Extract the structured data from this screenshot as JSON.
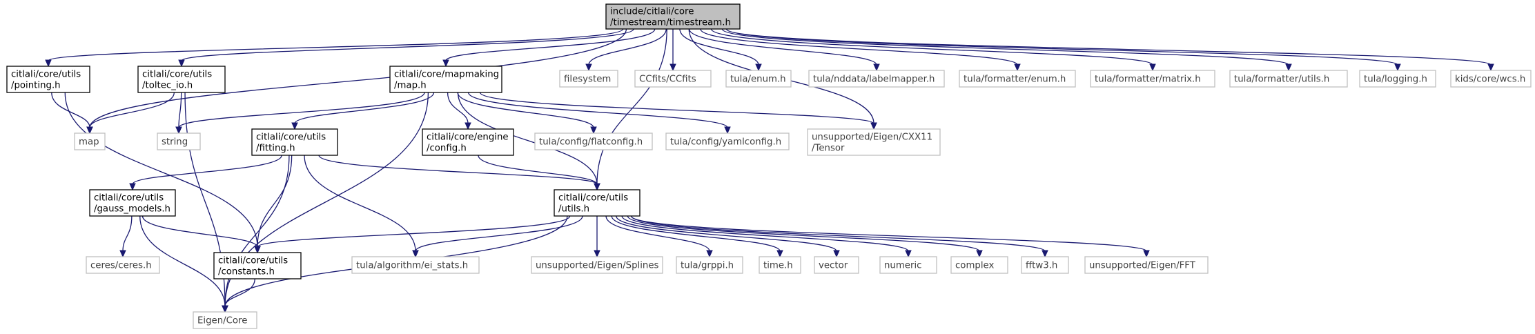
{
  "colors": {
    "edge": "#191970",
    "node_border_documented": "#000000",
    "node_border_external": "#bfbfbf",
    "node_fill_root": "#bfbfbf",
    "node_fill": "#ffffff",
    "text_documented": "#000000",
    "text_external": "#404040"
  },
  "nodes": [
    {
      "id": "root",
      "lines": [
        "include/citlali/core",
        "/timestream/timestream.h"
      ],
      "kind": "root"
    },
    {
      "id": "pointing",
      "lines": [
        "citlali/core/utils",
        "/pointing.h"
      ],
      "kind": "doc"
    },
    {
      "id": "toltec_io",
      "lines": [
        "citlali/core/utils",
        "/toltec_io.h"
      ],
      "kind": "doc"
    },
    {
      "id": "mapmaking",
      "lines": [
        "citlali/core/mapmaking",
        "/map.h"
      ],
      "kind": "doc"
    },
    {
      "id": "filesystem",
      "lines": [
        "filesystem"
      ],
      "kind": "ext"
    },
    {
      "id": "ccfits",
      "lines": [
        "CCfits/CCfits"
      ],
      "kind": "ext"
    },
    {
      "id": "tula_enum",
      "lines": [
        "tula/enum.h"
      ],
      "kind": "ext"
    },
    {
      "id": "labelmapper",
      "lines": [
        "tula/nddata/labelmapper.h"
      ],
      "kind": "ext"
    },
    {
      "id": "fmt_enum",
      "lines": [
        "tula/formatter/enum.h"
      ],
      "kind": "ext"
    },
    {
      "id": "fmt_matrix",
      "lines": [
        "tula/formatter/matrix.h"
      ],
      "kind": "ext"
    },
    {
      "id": "fmt_utils",
      "lines": [
        "tula/formatter/utils.h"
      ],
      "kind": "ext"
    },
    {
      "id": "logging",
      "lines": [
        "tula/logging.h"
      ],
      "kind": "ext"
    },
    {
      "id": "wcs",
      "lines": [
        "kids/core/wcs.h"
      ],
      "kind": "ext"
    },
    {
      "id": "map",
      "lines": [
        "map"
      ],
      "kind": "ext"
    },
    {
      "id": "string",
      "lines": [
        "string"
      ],
      "kind": "ext"
    },
    {
      "id": "fitting",
      "lines": [
        "citlali/core/utils",
        "/fitting.h"
      ],
      "kind": "doc"
    },
    {
      "id": "engine_config",
      "lines": [
        "citlali/core/engine",
        "/config.h"
      ],
      "kind": "doc"
    },
    {
      "id": "flatconfig",
      "lines": [
        "tula/config/flatconfig.h"
      ],
      "kind": "ext"
    },
    {
      "id": "yamlconfig",
      "lines": [
        "tula/config/yamlconfig.h"
      ],
      "kind": "ext"
    },
    {
      "id": "tensor",
      "lines": [
        "unsupported/Eigen/CXX11",
        "/Tensor"
      ],
      "kind": "ext"
    },
    {
      "id": "gauss",
      "lines": [
        "citlali/core/utils",
        "/gauss_models.h"
      ],
      "kind": "doc"
    },
    {
      "id": "utils",
      "lines": [
        "citlali/core/utils",
        "/utils.h"
      ],
      "kind": "doc"
    },
    {
      "id": "ceres",
      "lines": [
        "ceres/ceres.h"
      ],
      "kind": "ext"
    },
    {
      "id": "constants",
      "lines": [
        "citlali/core/utils",
        "/constants.h"
      ],
      "kind": "doc"
    },
    {
      "id": "ei_stats",
      "lines": [
        "tula/algorithm/ei_stats.h"
      ],
      "kind": "ext"
    },
    {
      "id": "splines",
      "lines": [
        "unsupported/Eigen/Splines"
      ],
      "kind": "ext"
    },
    {
      "id": "grppi",
      "lines": [
        "tula/grppi.h"
      ],
      "kind": "ext"
    },
    {
      "id": "time",
      "lines": [
        "time.h"
      ],
      "kind": "ext"
    },
    {
      "id": "vector",
      "lines": [
        "vector"
      ],
      "kind": "ext"
    },
    {
      "id": "numeric",
      "lines": [
        "numeric"
      ],
      "kind": "ext"
    },
    {
      "id": "complex",
      "lines": [
        "complex"
      ],
      "kind": "ext"
    },
    {
      "id": "fftw3",
      "lines": [
        "fftw3.h"
      ],
      "kind": "ext"
    },
    {
      "id": "fft",
      "lines": [
        "unsupported/Eigen/FFT"
      ],
      "kind": "ext"
    },
    {
      "id": "eigen_core",
      "lines": [
        "Eigen/Core"
      ],
      "kind": "ext"
    }
  ],
  "edges": [
    [
      "root",
      "pointing"
    ],
    [
      "root",
      "toltec_io"
    ],
    [
      "root",
      "map"
    ],
    [
      "root",
      "mapmaking"
    ],
    [
      "root",
      "utils"
    ],
    [
      "root",
      "tensor"
    ],
    [
      "root",
      "filesystem"
    ],
    [
      "root",
      "ccfits"
    ],
    [
      "root",
      "tula_enum"
    ],
    [
      "root",
      "labelmapper"
    ],
    [
      "root",
      "fmt_enum"
    ],
    [
      "root",
      "fmt_matrix"
    ],
    [
      "root",
      "fmt_utils"
    ],
    [
      "root",
      "logging"
    ],
    [
      "root",
      "wcs"
    ],
    [
      "pointing",
      "map"
    ],
    [
      "pointing",
      "constants"
    ],
    [
      "toltec_io",
      "map"
    ],
    [
      "toltec_io",
      "string"
    ],
    [
      "toltec_io",
      "eigen_core"
    ],
    [
      "mapmaking",
      "string"
    ],
    [
      "mapmaking",
      "fitting"
    ],
    [
      "mapmaking",
      "engine_config"
    ],
    [
      "mapmaking",
      "flatconfig"
    ],
    [
      "mapmaking",
      "yamlconfig"
    ],
    [
      "mapmaking",
      "tensor"
    ],
    [
      "mapmaking",
      "utils"
    ],
    [
      "mapmaking",
      "eigen_core"
    ],
    [
      "fitting",
      "gauss"
    ],
    [
      "fitting",
      "constants"
    ],
    [
      "fitting",
      "utils"
    ],
    [
      "fitting",
      "ei_stats"
    ],
    [
      "fitting",
      "eigen_core"
    ],
    [
      "engine_config",
      "utils"
    ],
    [
      "gauss",
      "ceres"
    ],
    [
      "gauss",
      "constants"
    ],
    [
      "gauss",
      "eigen_core"
    ],
    [
      "utils",
      "constants"
    ],
    [
      "utils",
      "ei_stats"
    ],
    [
      "utils",
      "eigen_core"
    ],
    [
      "utils",
      "splines"
    ],
    [
      "utils",
      "grppi"
    ],
    [
      "utils",
      "time"
    ],
    [
      "utils",
      "vector"
    ],
    [
      "utils",
      "numeric"
    ],
    [
      "utils",
      "complex"
    ],
    [
      "utils",
      "fftw3"
    ],
    [
      "utils",
      "fft"
    ],
    [
      "constants",
      "eigen_core"
    ]
  ]
}
